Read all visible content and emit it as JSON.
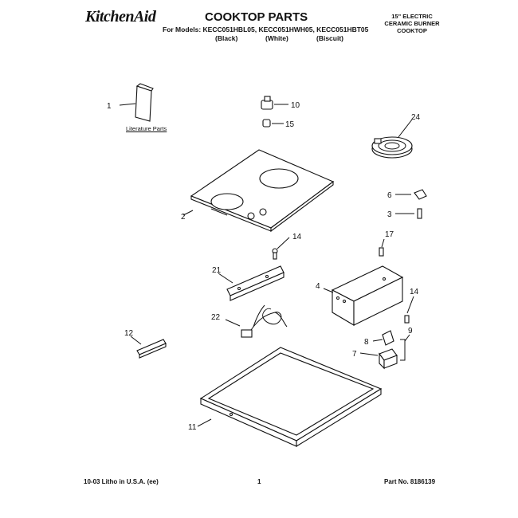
{
  "header": {
    "brand": "KitchenAid",
    "title": "COOKTOP PARTS",
    "models": "For Models: KECC051HBL05, KECC051HWH05, KECC051HBT05",
    "color_black": "(Black)",
    "color_white": "(White)",
    "color_biscuit": "(Biscuit)",
    "desc_line1": "15\" ELECTRIC",
    "desc_line2": "CERAMIC BURNER",
    "desc_line3": "COOKTOP"
  },
  "literature": "Literature Parts",
  "callouts": {
    "n1": "1",
    "n10": "10",
    "n15": "15",
    "n24": "24",
    "n2": "2",
    "n6": "6",
    "n3": "3",
    "n14a": "14",
    "n17": "17",
    "n21": "21",
    "n4": "4",
    "n14b": "14",
    "n22": "22",
    "n12": "12",
    "n8": "8",
    "n9": "9",
    "n7": "7",
    "n11": "11"
  },
  "footer": {
    "litho": "10-03 Litho in U.S.A. (ee)",
    "page": "1",
    "part_no": "Part No. 8186139"
  }
}
